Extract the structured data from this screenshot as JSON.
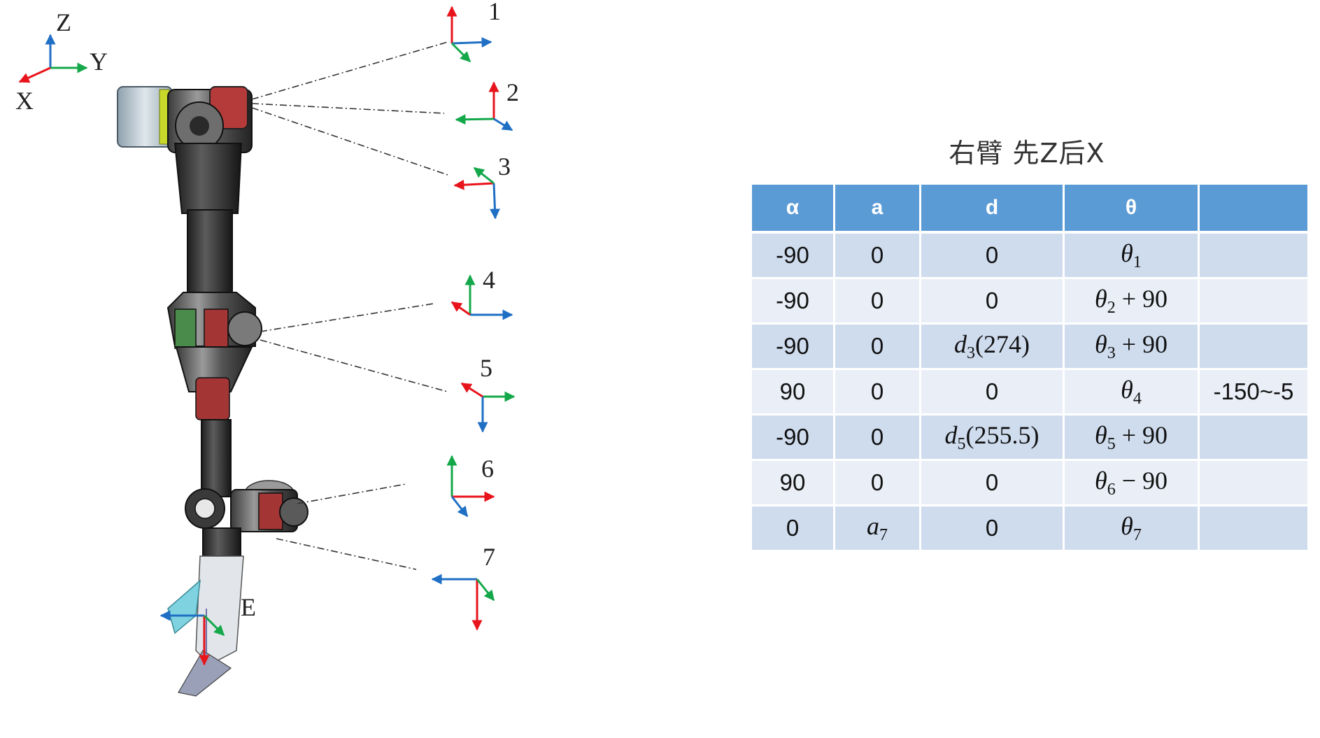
{
  "world_frame": {
    "z": "Z",
    "y": "Y",
    "x": "X"
  },
  "frames": [
    "1",
    "2",
    "3",
    "4",
    "5",
    "6",
    "7",
    "E"
  ],
  "colors": {
    "x_axis": "#e8141c",
    "y_axis": "#14a84a",
    "z_axis": "#1f6fc4",
    "header_blue": "#5b9bd5"
  },
  "dh_table": {
    "title": "右臂 先Z后X",
    "headers": [
      "α",
      "a",
      "d",
      "θ",
      ""
    ],
    "rows": [
      {
        "alpha": "-90",
        "a": "0",
        "d": "0",
        "d_sub": "",
        "d_val": "",
        "theta": "θ",
        "theta_sub": "1",
        "theta_off": "",
        "range": ""
      },
      {
        "alpha": "-90",
        "a": "0",
        "d": "0",
        "d_sub": "",
        "d_val": "",
        "theta": "θ",
        "theta_sub": "2",
        "theta_off": "+ 90",
        "range": ""
      },
      {
        "alpha": "-90",
        "a": "0",
        "d": "d",
        "d_sub": "3",
        "d_val": "(274)",
        "theta": "θ",
        "theta_sub": "3",
        "theta_off": "+ 90",
        "range": ""
      },
      {
        "alpha": "90",
        "a": "0",
        "d": "0",
        "d_sub": "",
        "d_val": "",
        "theta": "θ",
        "theta_sub": "4",
        "theta_off": "",
        "range": "-150~-5"
      },
      {
        "alpha": "-90",
        "a": "0",
        "d": "d",
        "d_sub": "5",
        "d_val": "(255.5)",
        "theta": "θ",
        "theta_sub": "5",
        "theta_off": "+ 90",
        "range": ""
      },
      {
        "alpha": "90",
        "a": "0",
        "d": "0",
        "d_sub": "",
        "d_val": "",
        "theta": "θ",
        "theta_sub": "6",
        "theta_off": "− 90",
        "range": ""
      },
      {
        "alpha": "0",
        "a": "a",
        "a_sub": "7",
        "d": "0",
        "d_sub": "",
        "d_val": "",
        "theta": "θ",
        "theta_sub": "7",
        "theta_off": "",
        "range": ""
      }
    ]
  }
}
